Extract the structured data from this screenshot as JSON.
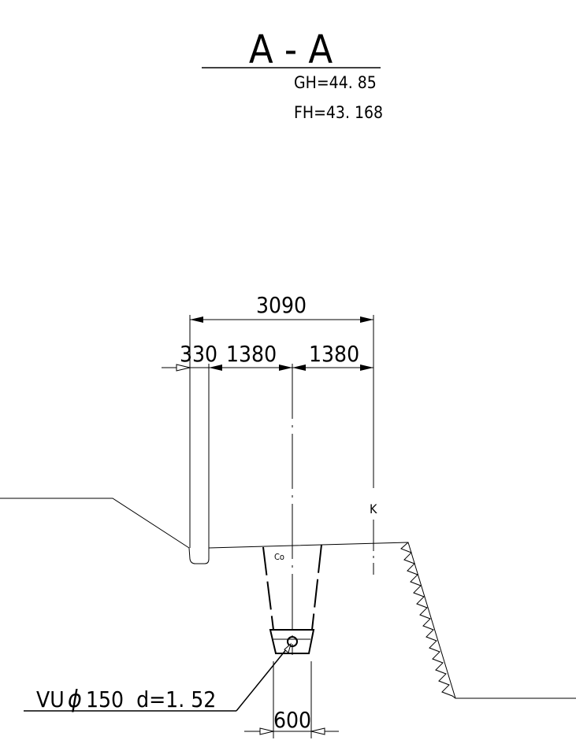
{
  "section": {
    "title": "A - A",
    "gh": "GH=44. 85",
    "fh": "FH=43. 168"
  },
  "dimensions": {
    "overall": "3090",
    "left_small": "330",
    "left": "1380",
    "right": "1380",
    "bottom_width": "600"
  },
  "labels": {
    "concrete": "Co",
    "marker": "K",
    "pipe_prefix": "VU",
    "pipe_phi": "ϕ",
    "pipe_rest": "150  d=1. 52"
  }
}
